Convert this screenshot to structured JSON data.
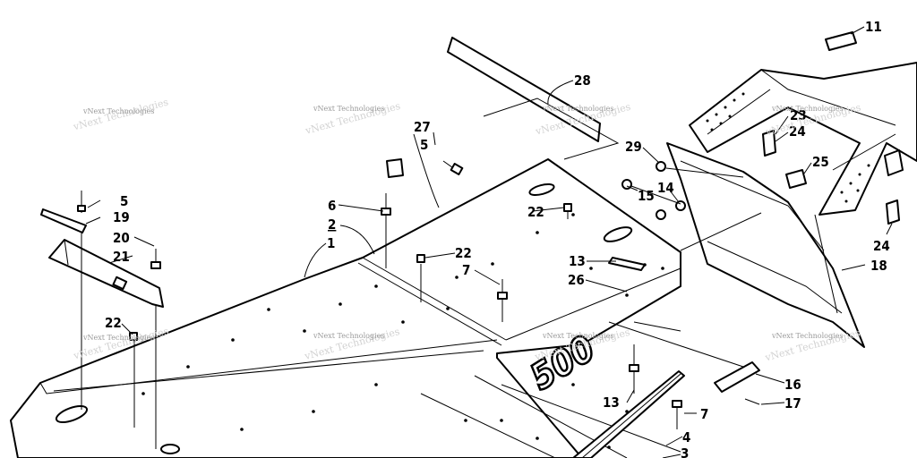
{
  "watermark": {
    "brand": "vNext Technologies"
  },
  "callouts": [
    {
      "id": "c1",
      "label": "1"
    },
    {
      "id": "c2",
      "label": "2"
    },
    {
      "id": "c3",
      "label": "3"
    },
    {
      "id": "c4",
      "label": "4"
    },
    {
      "id": "c5a",
      "label": "5"
    },
    {
      "id": "c5b",
      "label": "5"
    },
    {
      "id": "c6",
      "label": "6"
    },
    {
      "id": "c7a",
      "label": "7"
    },
    {
      "id": "c7b",
      "label": "7"
    },
    {
      "id": "c11",
      "label": "11"
    },
    {
      "id": "c13a",
      "label": "13"
    },
    {
      "id": "c13b",
      "label": "13"
    },
    {
      "id": "c14",
      "label": "14"
    },
    {
      "id": "c15",
      "label": "15"
    },
    {
      "id": "c16",
      "label": "16"
    },
    {
      "id": "c17",
      "label": "17"
    },
    {
      "id": "c18",
      "label": "18"
    },
    {
      "id": "c19",
      "label": "19"
    },
    {
      "id": "c20",
      "label": "20"
    },
    {
      "id": "c21",
      "label": "21"
    },
    {
      "id": "c22a",
      "label": "22"
    },
    {
      "id": "c22b",
      "label": "22"
    },
    {
      "id": "c22c",
      "label": "22"
    },
    {
      "id": "c23",
      "label": "23"
    },
    {
      "id": "c24a",
      "label": "24"
    },
    {
      "id": "c24b",
      "label": "24"
    },
    {
      "id": "c25",
      "label": "25"
    },
    {
      "id": "c26",
      "label": "26"
    },
    {
      "id": "c27",
      "label": "27"
    },
    {
      "id": "c28",
      "label": "28"
    },
    {
      "id": "c29",
      "label": "29"
    }
  ],
  "decal_text": "500"
}
